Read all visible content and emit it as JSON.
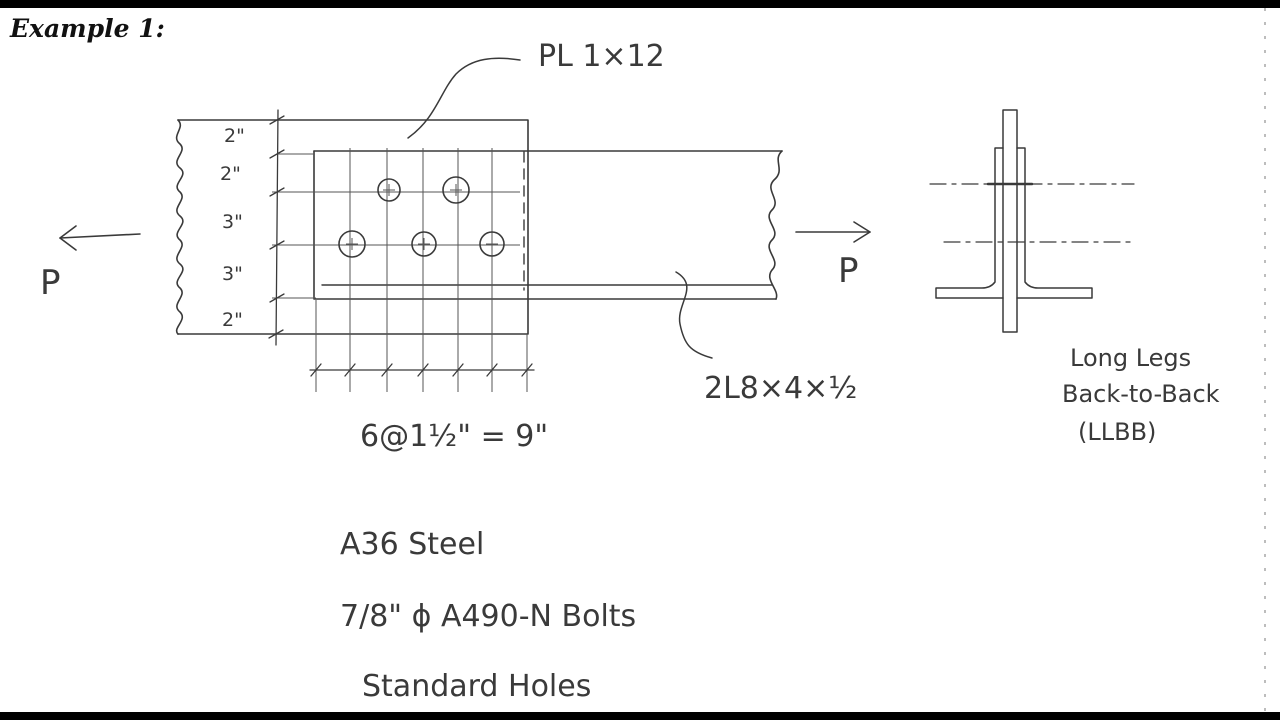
{
  "title": "Example 1:",
  "plate_label": "PL 1×12",
  "angle_label": "2L8×4×½",
  "load_left": "P",
  "load_right": "P",
  "dims_vertical": [
    "2\"",
    "2\"",
    "3\"",
    "3\"",
    "2\""
  ],
  "dim_horizontal": "6@1½\" = 9\"",
  "section_note": [
    "Long Legs",
    "Back-to-Back",
    "(LLBB)"
  ],
  "notes": [
    "A36 Steel",
    "7/8\" ϕ A490-N Bolts",
    "Standard Holes"
  ]
}
